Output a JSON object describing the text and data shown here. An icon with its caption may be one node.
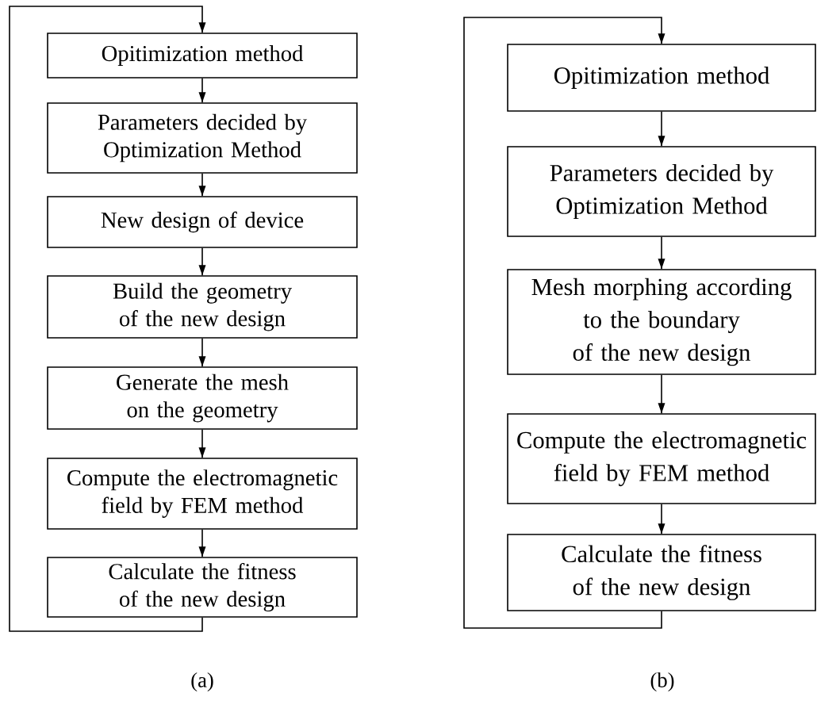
{
  "diagram": {
    "nodes": [
      {
        "text": [
          "Opitimization method"
        ]
      },
      {
        "text": [
          "Parameters decided by Optimization Method"
        ]
      },
      {
        "text": [
          "New design of device"
        ]
      },
      {
        "text": [
          "Build the geometry of the new design"
        ]
      },
      {
        "text": [
          "Generate the mesh on the geometry"
        ]
      },
      {
        "text": [
          "Compute the electromagnetic field by FEM method"
        ]
      },
      {
        "text": [
          "Calculate the fitness of the new design"
        ]
      },
      {
        "text": [
          "Opitimization method"
        ]
      },
      {
        "text": [
          "Parameters decided by Optimization Method"
        ]
      },
      {
        "text": [
          "Mesh morphing according to the boundary of the new design"
        ]
      },
      {
        "text": [
          "Compute the electromagnetic field by FEM method"
        ]
      },
      {
        "text": [
          "Calculate the fitness of the new design"
        ]
      }
    ],
    "edges": [
      {
        "from": 0,
        "to": 1,
        "arrow": "to"
      },
      {
        "from": 1,
        "to": 2,
        "arrow": "to"
      },
      {
        "from": 2,
        "to": 3,
        "arrow": "to"
      },
      {
        "from": 3,
        "to": 4,
        "arrow": "to"
      },
      {
        "from": 4,
        "to": 5,
        "arrow": "to"
      },
      {
        "from": 5,
        "to": 6,
        "arrow": "to"
      },
      {
        "from": 6,
        "to": 0,
        "arrow": "to"
      },
      {
        "from": 7,
        "to": 8,
        "arrow": "to"
      },
      {
        "from": 8,
        "to": 9,
        "arrow": "to"
      },
      {
        "from": 9,
        "to": 10,
        "arrow": "to"
      },
      {
        "from": 10,
        "to": 11,
        "arrow": "to"
      },
      {
        "from": 11,
        "to": 7,
        "arrow": "to"
      }
    ],
    "labels": [
      "(a)",
      "(b)"
    ]
  }
}
